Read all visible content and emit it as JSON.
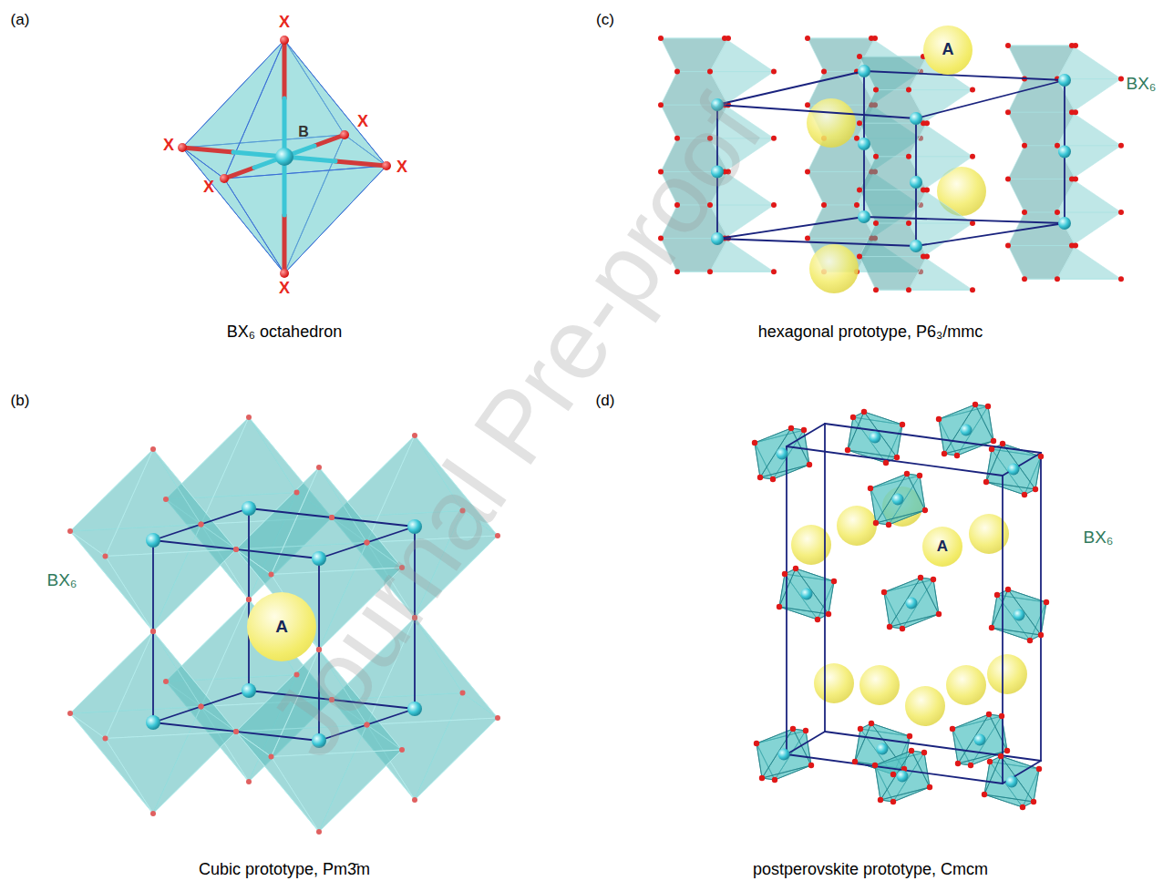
{
  "diagram": {
    "nodes": [
      {
        "text": [
          "A"
        ]
      },
      {
        "text": [
          "A"
        ]
      },
      {
        "text": [
          "A"
        ]
      }
    ],
    "labels": [
      "(a)",
      "X",
      "X",
      "B",
      "X",
      "X",
      "X",
      "X",
      "BX₆ octahedron",
      "(b)",
      "BX₆",
      "Cubic prototype, Pm3̄m",
      "(c)",
      "BX₆",
      "hexagonal prototype, P6₃/mmc",
      "(d)",
      "BX₆",
      "postperovskite prototype, Cmcm",
      "Journal Pre-proof"
    ]
  }
}
